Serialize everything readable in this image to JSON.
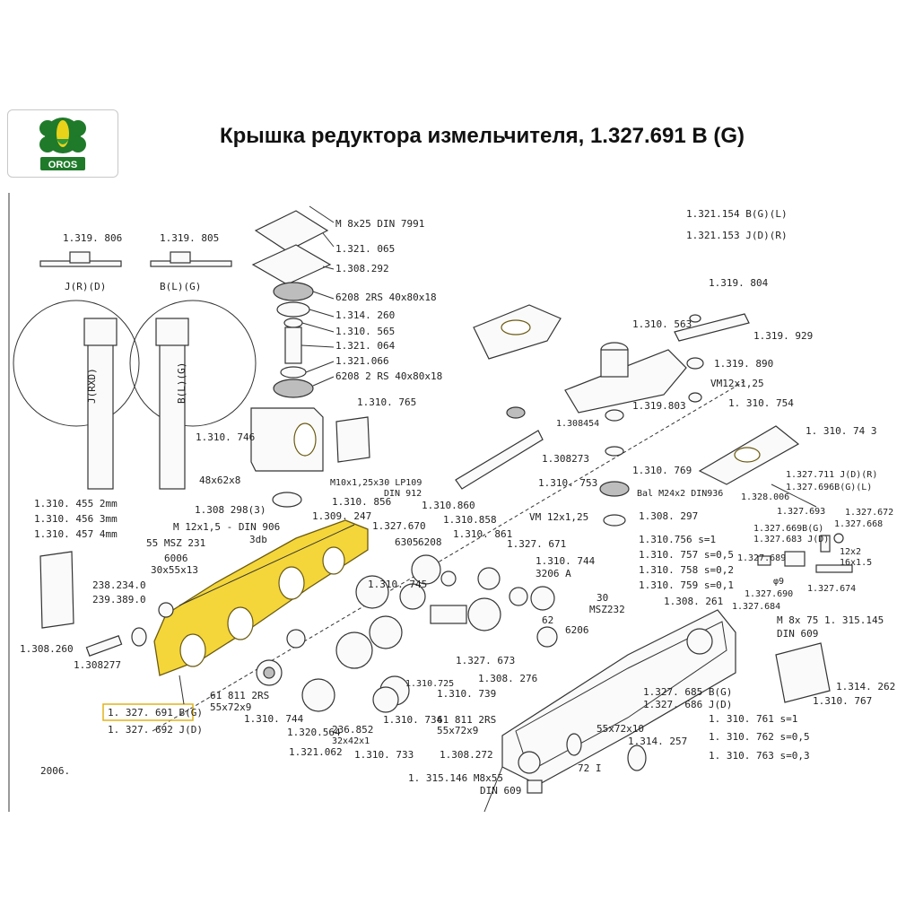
{
  "header": {
    "logo_text": "OROS",
    "title": "Крышка редуктора измельчителя, 1.327.691 B (G)"
  },
  "colors": {
    "highlight": "#f4d63a",
    "logo_green": "#1f7a2a",
    "logo_yellow": "#e8d21a",
    "callout_box": "#e0b41a"
  },
  "icons": {
    "logo": "oros-logo-icon"
  },
  "diagram": {
    "year": "2006.",
    "header_codes": [
      "1.321.154  B(G)(L)",
      "1.321.153  J(D)(R)"
    ],
    "left_views": {
      "top_codes": [
        "1.319. 806",
        "1.319. 805"
      ],
      "top_tags": [
        "J(R)(D)",
        "B(L)(G)"
      ],
      "side_tags": [
        "J(RXD)",
        "B(L)(G)"
      ]
    },
    "highlight_callout": "1. 327. 691 B(G)",
    "highlight_callout_sub": "1. 327. 692 J(D)",
    "labels": [
      "M 8x25 DIN 7991",
      "1.321. 065",
      "1.308.292",
      "6208  2RS 40x80x18",
      "1.314. 260",
      "1.310. 565",
      "1.321. 064",
      "1.321.066",
      "6208  2 RS 40x80x18",
      "1.310. 765",
      "1.310. 746",
      "48x62x8",
      "1.308 298(3)",
      "M 12x1,5 - DIN 906",
      "3db",
      "55  MSZ 231",
      "6006",
      "30x55x13",
      "1.310. 455  2mm",
      "1.310. 456  3mm",
      "1.310. 457  4mm",
      "238.234.0",
      "239.389.0",
      "1.308.260",
      "1.308277",
      "61 811 2RS",
      "55x72x9",
      "1.310. 744",
      "1.320.564",
      "1.321.062",
      "236.852",
      "32x42x1",
      "1.310. 733",
      "1.310. 734",
      "61 811 2RS",
      "55x72x9",
      "1.308.272",
      "1. 315.146  M8x55",
      "DIN 609",
      "M10x1,25x30 LP109",
      "DIN 912",
      "1.310. 856",
      "1.309. 247",
      "1.327.670",
      "1.310.860",
      "1.310.858",
      "1.310. 861",
      "6305",
      "6208",
      "1.310. 745",
      "1.327. 671",
      "1.310. 744",
      "3206  A",
      "1.327. 673",
      "1.308. 276",
      "1.310.725",
      "1.310. 739",
      "1.310. 563",
      "1.308454",
      "1.319.803",
      "1.308273",
      "1.310. 753",
      "VM 12x1,25",
      "1.310. 769",
      "Bal M24x2 DIN936",
      "1.308. 297",
      "1.310.756  s=1",
      "1.310. 757  s=0,5",
      "1.310. 758  s=0,2",
      "1.310. 759  s=0,1",
      "30",
      "MSZ232",
      "62",
      "6206",
      "1.308. 261",
      "M 8x 75  1. 315.145",
      "DIN 609",
      "1.314. 262",
      "1.310. 767",
      "1.327. 685 B(G)",
      "1.327. 686 J(D)",
      "55x72x10",
      "1.314. 257",
      "72 I",
      "1. 310. 761  s=1",
      "1. 310. 762  s=0,5",
      "1. 310. 763  s=0,3",
      "1.319. 804",
      "1.319. 929",
      "1.319. 890",
      "VM12x1,25",
      "1. 310. 754",
      "1. 310. 74 3",
      "1.328.006",
      "1.327.711 J(D)(R)",
      "1.327.696B(G)(L)",
      "1.327.693",
      "1.327.672",
      "1.327.668",
      "1.327.669B(G)",
      "1.327.683 J(D)",
      "1.327.689",
      "12x2",
      "16x1.5",
      "φ9",
      "1.327.690",
      "1.327.674",
      "1.327.684"
    ]
  }
}
